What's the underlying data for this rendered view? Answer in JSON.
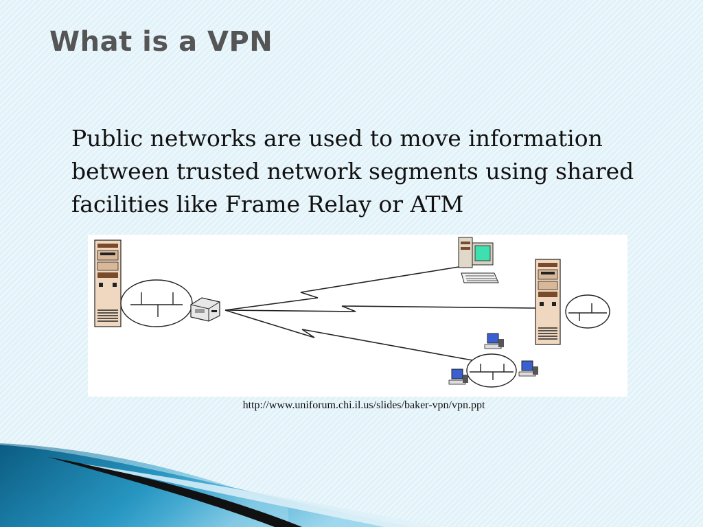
{
  "slide": {
    "title": "What is a VPN",
    "body": "Public networks are used to move information between trusted network segments using shared facilities like Frame Relay or ATM",
    "source_url": "http://www.uniforum.chi.il.us/slides/baker-vpn/vpn.ppt"
  },
  "colors": {
    "background": "#e2f2f9",
    "title": "#555555",
    "accent_teal": "#1f7fa6",
    "server_body": "#f0d8c0",
    "monitor_screen": "#3fe0b0",
    "workstation_screen": "#3a5fd0"
  },
  "diagram": {
    "nodes": [
      {
        "id": "server-left",
        "icon": "server-tower-icon"
      },
      {
        "id": "lan-left",
        "icon": "lan-segment-icon"
      },
      {
        "id": "router",
        "icon": "router-icon"
      },
      {
        "id": "desktop-pc",
        "icon": "desktop-computer-icon"
      },
      {
        "id": "server-right",
        "icon": "server-tower-icon"
      },
      {
        "id": "lan-right",
        "icon": "lan-segment-icon"
      },
      {
        "id": "lan-bottom",
        "icon": "lan-segment-icon"
      },
      {
        "id": "workstation-top",
        "icon": "workstation-icon"
      },
      {
        "id": "workstation-left",
        "icon": "workstation-icon"
      },
      {
        "id": "workstation-right",
        "icon": "workstation-icon"
      }
    ],
    "links": [
      {
        "from": "router",
        "to": "desktop-pc",
        "style": "lightning"
      },
      {
        "from": "router",
        "to": "server-right",
        "style": "lightning"
      },
      {
        "from": "router",
        "to": "lan-bottom",
        "style": "lightning"
      }
    ]
  }
}
